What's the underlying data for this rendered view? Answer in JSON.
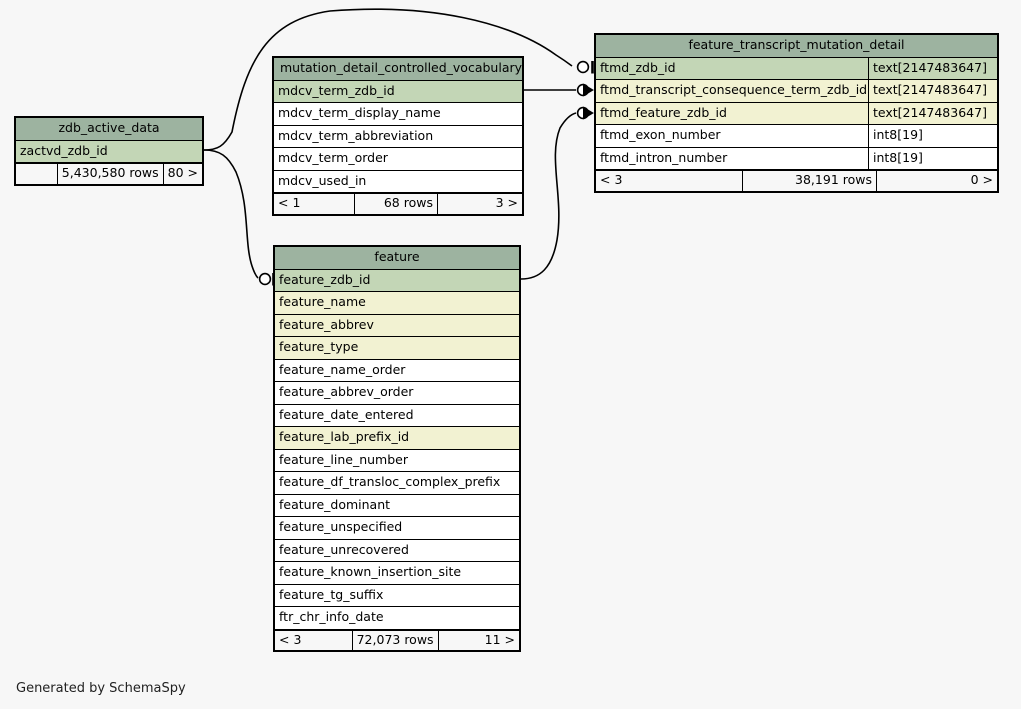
{
  "diagram": {
    "kind": "schemaspy-relationships",
    "background": "#f7f7f7",
    "footer_note": "Generated by SchemaSpy",
    "palette": {
      "header": "#9db3a0",
      "primary_key_row": "#c3d6b6",
      "foreign_key_row": "#f2f2d2",
      "plain_row": "#ffffff",
      "border": "#000000",
      "edge": "#000000"
    }
  },
  "tables": {
    "zdb_active_data": {
      "title": "zdb_active_data",
      "columns": [
        {
          "name": "zactvd_zdb_id",
          "type": "",
          "role": "pk"
        }
      ],
      "footer": {
        "left": "",
        "middle": "5,430,580 rows",
        "right": "80 >"
      }
    },
    "mutation_detail_controlled_vocabulary": {
      "title": "mutation_detail_controlled_vocabulary",
      "columns": [
        {
          "name": "mdcv_term_zdb_id",
          "type": "",
          "role": "pk"
        },
        {
          "name": "mdcv_term_display_name",
          "type": "",
          "role": "plain"
        },
        {
          "name": "mdcv_term_abbreviation",
          "type": "",
          "role": "plain"
        },
        {
          "name": "mdcv_term_order",
          "type": "",
          "role": "plain"
        },
        {
          "name": "mdcv_used_in",
          "type": "",
          "role": "plain"
        }
      ],
      "footer": {
        "left": "< 1",
        "middle": "68 rows",
        "right": "3 >"
      }
    },
    "feature": {
      "title": "feature",
      "columns": [
        {
          "name": "feature_zdb_id",
          "type": "",
          "role": "pk"
        },
        {
          "name": "feature_name",
          "type": "",
          "role": "fk"
        },
        {
          "name": "feature_abbrev",
          "type": "",
          "role": "fk"
        },
        {
          "name": "feature_type",
          "type": "",
          "role": "fk"
        },
        {
          "name": "feature_name_order",
          "type": "",
          "role": "plain"
        },
        {
          "name": "feature_abbrev_order",
          "type": "",
          "role": "plain"
        },
        {
          "name": "feature_date_entered",
          "type": "",
          "role": "plain"
        },
        {
          "name": "feature_lab_prefix_id",
          "type": "",
          "role": "fk"
        },
        {
          "name": "feature_line_number",
          "type": "",
          "role": "plain"
        },
        {
          "name": "feature_df_transloc_complex_prefix",
          "type": "",
          "role": "plain"
        },
        {
          "name": "feature_dominant",
          "type": "",
          "role": "plain"
        },
        {
          "name": "feature_unspecified",
          "type": "",
          "role": "plain"
        },
        {
          "name": "feature_unrecovered",
          "type": "",
          "role": "plain"
        },
        {
          "name": "feature_known_insertion_site",
          "type": "",
          "role": "plain"
        },
        {
          "name": "feature_tg_suffix",
          "type": "",
          "role": "plain"
        },
        {
          "name": "ftr_chr_info_date",
          "type": "",
          "role": "plain"
        }
      ],
      "footer": {
        "left": "< 3",
        "middle": "72,073 rows",
        "right": "11 >"
      }
    },
    "feature_transcript_mutation_detail": {
      "title": "feature_transcript_mutation_detail",
      "columns": [
        {
          "name": "ftmd_zdb_id",
          "type": "text[2147483647]",
          "role": "pk"
        },
        {
          "name": "ftmd_transcript_consequence_term_zdb_id",
          "type": "text[2147483647]",
          "role": "fk"
        },
        {
          "name": "ftmd_feature_zdb_id",
          "type": "text[2147483647]",
          "role": "fk"
        },
        {
          "name": "ftmd_exon_number",
          "type": "int8[19]",
          "role": "plain"
        },
        {
          "name": "ftmd_intron_number",
          "type": "int8[19]",
          "role": "plain"
        }
      ],
      "footer": {
        "left": "< 3",
        "middle": "38,191 rows",
        "right": "0 >"
      }
    }
  },
  "relationships": [
    {
      "id": "zdb_active_data-to-ftmd_zdb_id",
      "from_table": "zdb_active_data",
      "from_column": "zactvd_zdb_id",
      "to_table": "feature_transcript_mutation_detail",
      "to_column": "ftmd_zdb_id",
      "source_cardinality": "one",
      "target_cardinality": "zero-or-one"
    },
    {
      "id": "zdb_active_data-to-feature_zdb_id",
      "from_table": "zdb_active_data",
      "from_column": "zactvd_zdb_id",
      "to_table": "feature",
      "to_column": "feature_zdb_id",
      "source_cardinality": "one",
      "target_cardinality": "zero-or-one"
    },
    {
      "id": "mdcv-to-ftmd_transcript_consequence_term",
      "from_table": "mutation_detail_controlled_vocabulary",
      "from_column": "mdcv_term_zdb_id",
      "to_table": "feature_transcript_mutation_detail",
      "to_column": "ftmd_transcript_consequence_term_zdb_id",
      "source_cardinality": "one",
      "target_cardinality": "zero-or-many"
    },
    {
      "id": "feature-to-ftmd_feature_zdb_id",
      "from_table": "feature",
      "from_column": "feature_zdb_id",
      "to_table": "feature_transcript_mutation_detail",
      "to_column": "ftmd_feature_zdb_id",
      "source_cardinality": "one",
      "target_cardinality": "zero-or-many"
    }
  ]
}
